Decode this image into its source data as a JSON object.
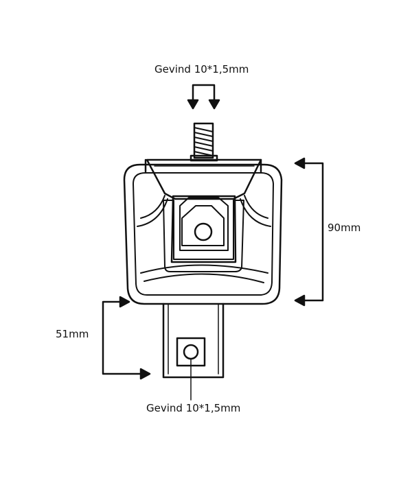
{
  "labels": {
    "thread_top": "Gevind 10*1,5mm",
    "thread_bottom": "Gevind 10*1,5mm",
    "height_dim": "90mm",
    "lower_dim": "51mm"
  },
  "colors": {
    "line": "#111111",
    "background": "#ffffff"
  }
}
